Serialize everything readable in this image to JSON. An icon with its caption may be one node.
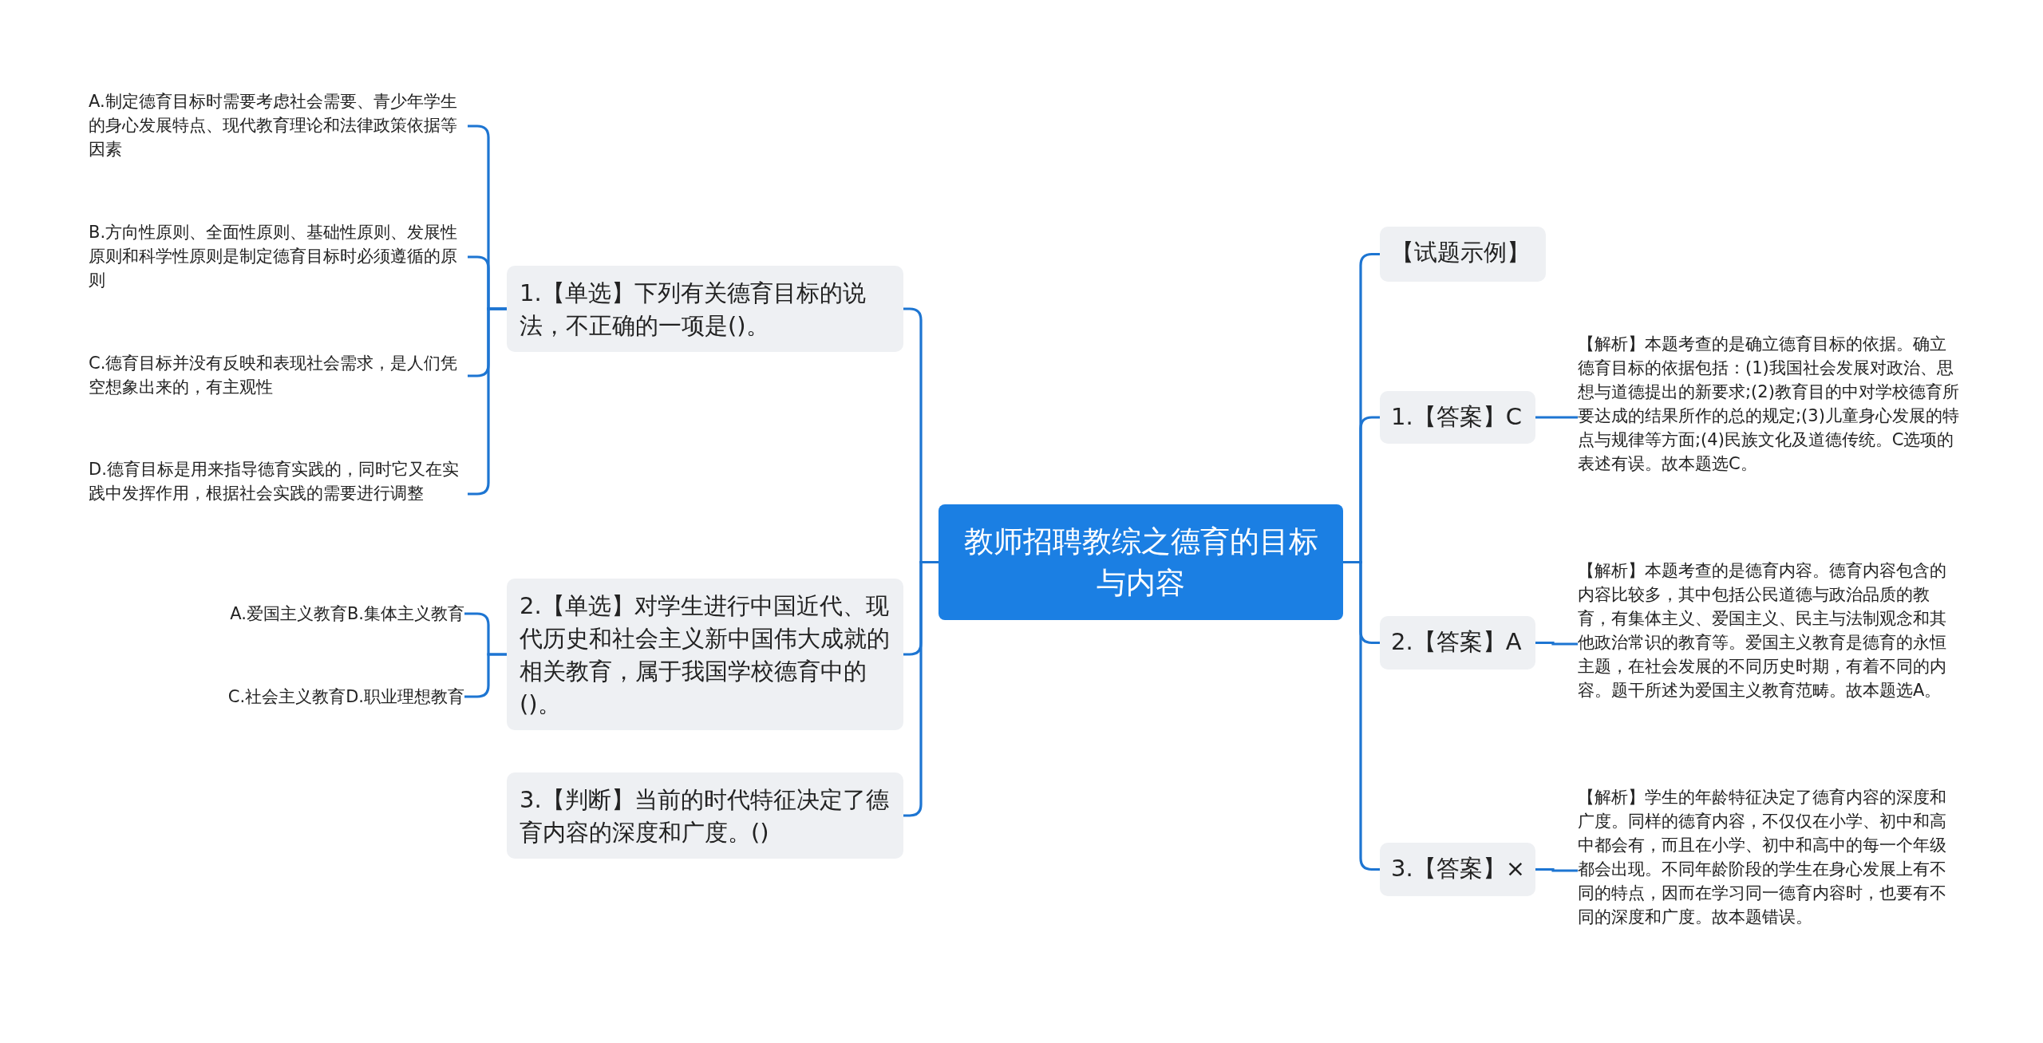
{
  "diagram": {
    "nodes": [
      {
        "text": [
          "教师招聘教综之德育的目标与内容"
        ]
      },
      {
        "text": [
          "1.【单选】下列有关德育目标的说法，不正确的一项是()。"
        ]
      },
      {
        "text": [
          "A.制定德育目标时需要考虑社会需要、青少年学生的身心发展特点、现代教育理论和法律政策依据等因素"
        ]
      },
      {
        "text": [
          "B.方向性原则、全面性原则、基础性原则、发展性原则和科学性原则是制定德育目标时必须遵循的原则"
        ]
      },
      {
        "text": [
          "C.德育目标并没有反映和表现社会需求，是人们凭空想象出来的，有主观性"
        ]
      },
      {
        "text": [
          "D.德育目标是用来指导德育实践的，同时它又在实践中发挥作用，根据社会实践的需要进行调整"
        ]
      },
      {
        "text": [
          "2.【单选】对学生进行中国近代、现代历史和社会主义新中国伟大成就的相关教育，属于我国学校德育中的()。"
        ]
      },
      {
        "text": [
          "A.爱国主义教育B.集体主义教育"
        ]
      },
      {
        "text": [
          "C.社会主义教育D.职业理想教育"
        ]
      },
      {
        "text": [
          "3.【判断】当前的时代特征决定了德育内容的深度和广度。()"
        ]
      },
      {
        "text": [
          "【试题示例】"
        ]
      },
      {
        "text": [
          "1.【答案】C"
        ]
      },
      {
        "text": [
          "【解析】本题考查的是确立德育目标的依据。确立德育目标的依据包括：(1)我国社会发展对政治、思想与道德提出的新要求;(2)教育目的中对学校德育所要达成的结果所作的总的规定;(3)儿童身心发展的特点与规律等方面;(4)民族文化及道德传统。C选项的表述有误。故本题选C。"
        ]
      },
      {
        "text": [
          "2.【答案】A"
        ]
      },
      {
        "text": [
          "【解析】本题考查的是德育内容。德育内容包含的内容比较多，其中包括公民道德与政治品质的教育，有集体主义、爱国主义、民主与法制观念和其他政治常识的教育等。爱国主义教育是德育的永恒主题，在社会发展的不同历史时期，有着不同的内容。题干所述为爱国主义教育范畴。故本题选A。"
        ]
      },
      {
        "text": [
          "3.【答案】×"
        ]
      },
      {
        "text": [
          "【解析】学生的年龄特征决定了德育内容的深度和广度。同样的德育内容，不仅仅在小学、初中和高中都会有，而且在小学、初中和高中的每一个年级都会出现。不同年龄阶段的学生在身心发展上有不同的特点，因而在学习同一德育内容时，也要有不同的深度和广度。故本题错误。"
        ]
      }
    ],
    "edges": [
      {
        "from": 0,
        "to": 1,
        "arrow": "none"
      },
      {
        "from": 1,
        "to": 2,
        "arrow": "none"
      },
      {
        "from": 1,
        "to": 3,
        "arrow": "none"
      },
      {
        "from": 1,
        "to": 4,
        "arrow": "none"
      },
      {
        "from": 1,
        "to": 5,
        "arrow": "none"
      },
      {
        "from": 0,
        "to": 6,
        "arrow": "none"
      },
      {
        "from": 6,
        "to": 7,
        "arrow": "none"
      },
      {
        "from": 6,
        "to": 8,
        "arrow": "none"
      },
      {
        "from": 0,
        "to": 9,
        "arrow": "none"
      },
      {
        "from": 0,
        "to": 10,
        "arrow": "none"
      },
      {
        "from": 0,
        "to": 11,
        "arrow": "none"
      },
      {
        "from": 11,
        "to": 12,
        "arrow": "none"
      },
      {
        "from": 0,
        "to": 13,
        "arrow": "none"
      },
      {
        "from": 13,
        "to": 14,
        "arrow": "none"
      },
      {
        "from": 0,
        "to": 15,
        "arrow": "none"
      },
      {
        "from": 15,
        "to": 16,
        "arrow": "none"
      }
    ]
  }
}
